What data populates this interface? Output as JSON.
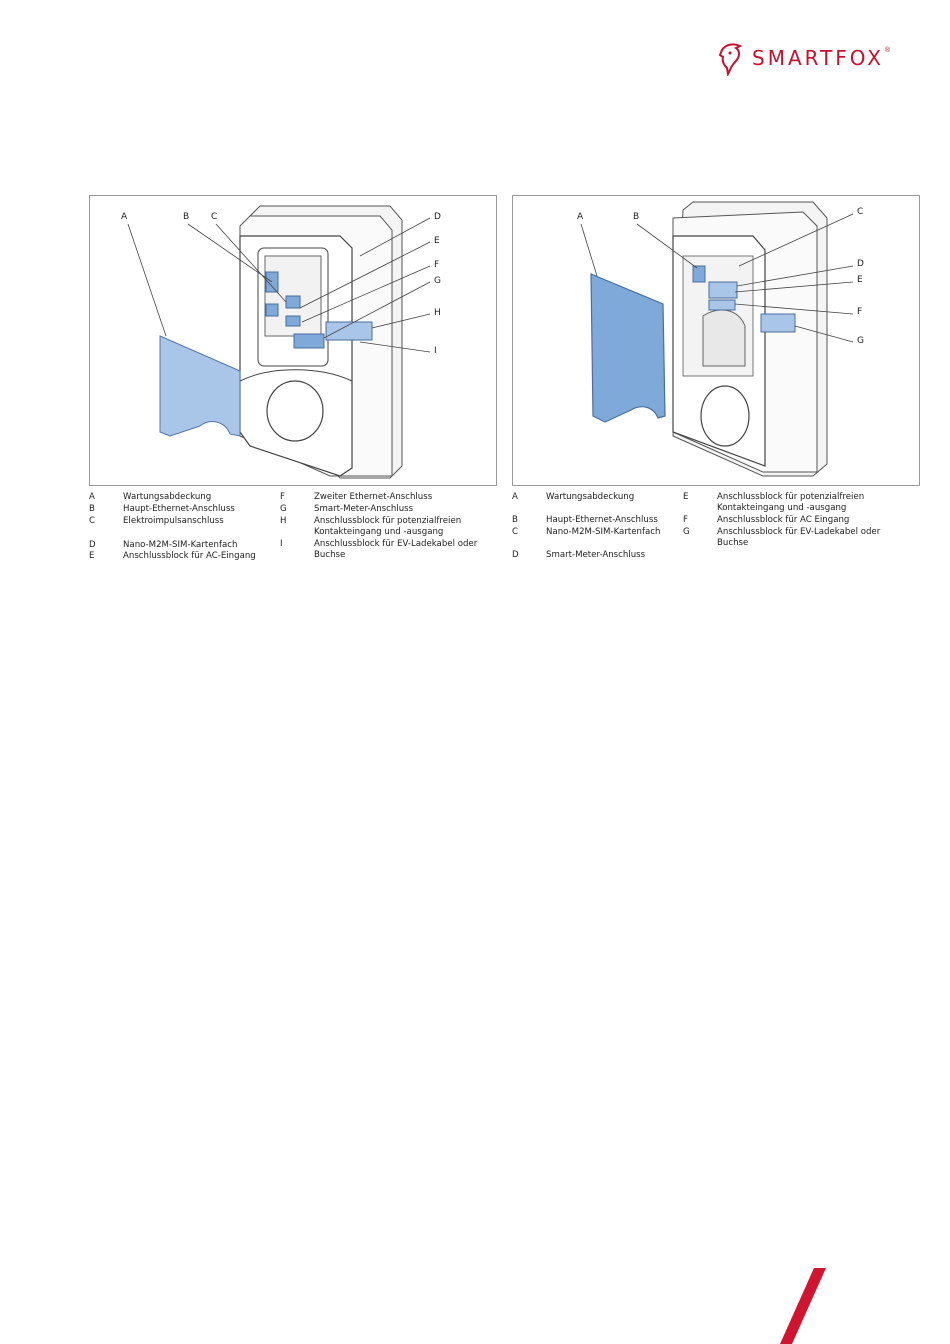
{
  "brand": {
    "name": "SMARTFOX",
    "reg": "®",
    "color": "#c8102e"
  },
  "fig_left": {
    "callouts": [
      "A",
      "B",
      "C",
      "D",
      "E",
      "F",
      "G",
      "H",
      "I"
    ]
  },
  "fig_right": {
    "callouts": [
      "A",
      "B",
      "C",
      "D",
      "E",
      "F",
      "G"
    ]
  },
  "legend_left": [
    {
      "key": "A",
      "text": "Wartungsabdeckung"
    },
    {
      "key": "B",
      "text": "Haupt-Ethernet-Anschluss"
    },
    {
      "key": "C",
      "text": "Elektroimpulsanschluss"
    },
    {
      "key": "D",
      "text": "Nano-M2M-SIM-Kartenfach"
    },
    {
      "key": "E",
      "text": "Anschlussblock für AC-Eingang"
    },
    {
      "key": "F",
      "text": "Zweiter Ethernet-Anschluss"
    },
    {
      "key": "G",
      "text": "Smart-Meter-Anschluss"
    },
    {
      "key": "H",
      "text": "Anschlussblock für potenzialfreien",
      "text2": "Kontakteingang und -ausgang"
    },
    {
      "key": "I",
      "text": "Anschlussblock für EV-Ladekabel oder",
      "text2": "Buchse"
    }
  ],
  "legend_right": [
    {
      "key": "A",
      "text": "Wartungsabdeckung"
    },
    {
      "key": "B",
      "text": "Haupt-Ethernet-Anschluss"
    },
    {
      "key": "C",
      "text": "Nano-M2M-SIM-Kartenfach"
    },
    {
      "key": "D",
      "text": "Smart-Meter-Anschluss"
    },
    {
      "key": "E",
      "text": "Anschlussblock für potenzialfreien",
      "text2": "Kontakteingang und -ausgang"
    },
    {
      "key": "F",
      "text": "Anschlussblock für AC Eingang"
    },
    {
      "key": "G",
      "text": "Anschlussblock für EV-Ladekabel oder",
      "text2": "Buchse"
    }
  ],
  "colors": {
    "highlight": "#a9c6e8",
    "highlight_strong": "#7fa9d8",
    "line": "#444444"
  }
}
